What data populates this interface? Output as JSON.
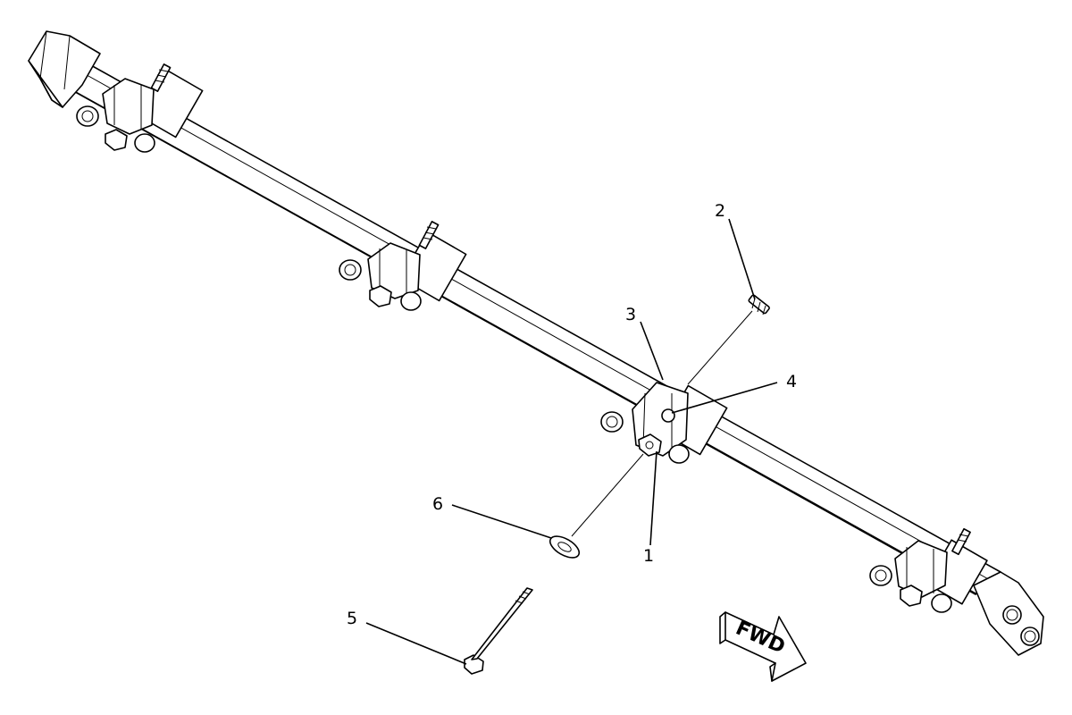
{
  "callouts": [
    {
      "id": "1",
      "label": "1"
    },
    {
      "id": "2",
      "label": "2"
    },
    {
      "id": "3",
      "label": "3"
    },
    {
      "id": "4",
      "label": "4"
    },
    {
      "id": "5",
      "label": "5"
    },
    {
      "id": "6",
      "label": "6"
    }
  ],
  "direction_label": "FWD"
}
